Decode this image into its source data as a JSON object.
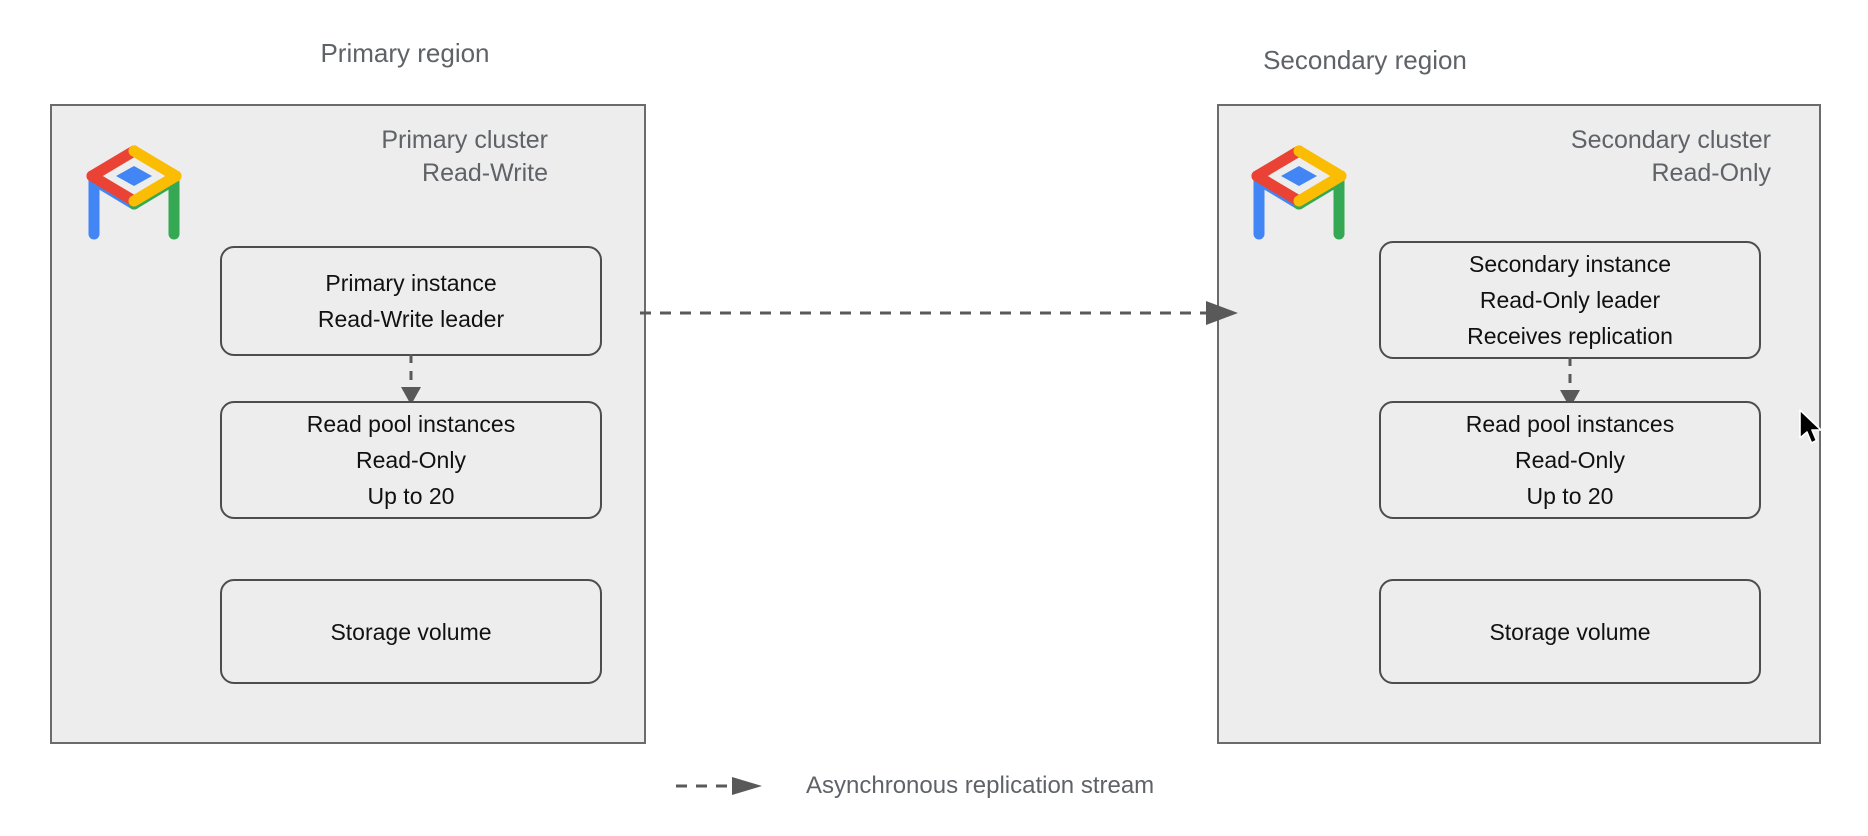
{
  "diagram": {
    "title_primary_region": "Primary region",
    "title_secondary_region": "Secondary region",
    "colors": {
      "region_box_fill": "#ededed",
      "region_box_border": "#6b6b6b",
      "node_border": "#4d4d4d",
      "node_fill": "#ededed",
      "text_primary": "#111111",
      "text_muted": "#5f6368",
      "arrow": "#595959",
      "logo_red": "#ea4335",
      "logo_yellow": "#fbbc04",
      "logo_blue": "#4285f4",
      "logo_green": "#34a853"
    },
    "primary_cluster": {
      "heading": "Primary cluster\nRead-Write",
      "logo_name": "alloydb-logo",
      "nodes": [
        {
          "id": "primary-instance",
          "text": "Primary instance\nRead-Write leader"
        },
        {
          "id": "read-pool",
          "text": "Read pool instances\nRead-Only\nUp to 20"
        },
        {
          "id": "storage-volume",
          "text": "Storage volume"
        }
      ]
    },
    "secondary_cluster": {
      "heading": "Secondary cluster\nRead-Only",
      "logo_name": "alloydb-logo",
      "nodes": [
        {
          "id": "secondary-instance",
          "text": "Secondary instance\nRead-Only leader\nReceives replication"
        },
        {
          "id": "read-pool",
          "text": "Read pool instances\nRead-Only\nUp to 20"
        },
        {
          "id": "storage-volume",
          "text": "Storage volume"
        }
      ]
    },
    "legend": {
      "label": "Asynchronous replication stream",
      "line_style": "dashed",
      "marker": "arrowhead"
    },
    "connectors": [
      {
        "from": "primary-instance",
        "to": "read-pool",
        "style": "dashed",
        "direction": "down"
      },
      {
        "from": "secondary-instance",
        "to": "read-pool",
        "style": "dashed",
        "direction": "down"
      },
      {
        "from": "primary-instance",
        "to": "secondary-instance",
        "style": "dashed",
        "direction": "right",
        "label": "Asynchronous replication stream"
      }
    ]
  }
}
